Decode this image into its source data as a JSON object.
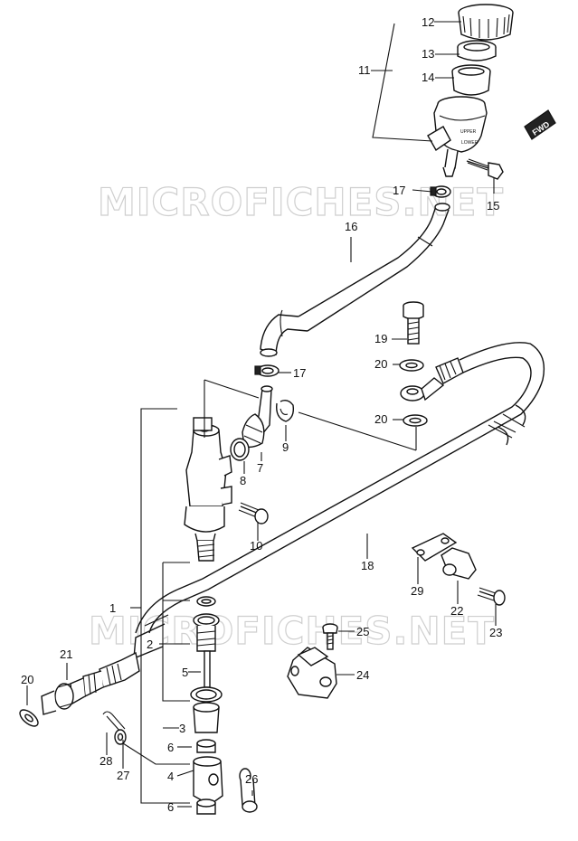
{
  "watermarks": [
    "MICROFICHES.NET",
    "MICROFICHES.NET"
  ],
  "direction_badge": "FWD",
  "reservoir_markings": {
    "upper": "UPPER",
    "lower": "LOWER"
  },
  "callouts": {
    "c1": "1",
    "c2": "2",
    "c3": "3",
    "c4": "4",
    "c5": "5",
    "c6a": "6",
    "c6b": "6",
    "c7": "7",
    "c8": "8",
    "c9": "9",
    "c10": "10",
    "c11": "11",
    "c12": "12",
    "c13": "13",
    "c14": "14",
    "c15": "15",
    "c16": "16",
    "c17a": "17",
    "c17b": "17",
    "c18": "18",
    "c19": "19",
    "c20a": "20",
    "c20b": "20",
    "c20c": "20",
    "c21": "21",
    "c22": "22",
    "c23": "23",
    "c24": "24",
    "c25": "25",
    "c26": "26",
    "c27": "27",
    "c28": "28",
    "c29": "29"
  }
}
